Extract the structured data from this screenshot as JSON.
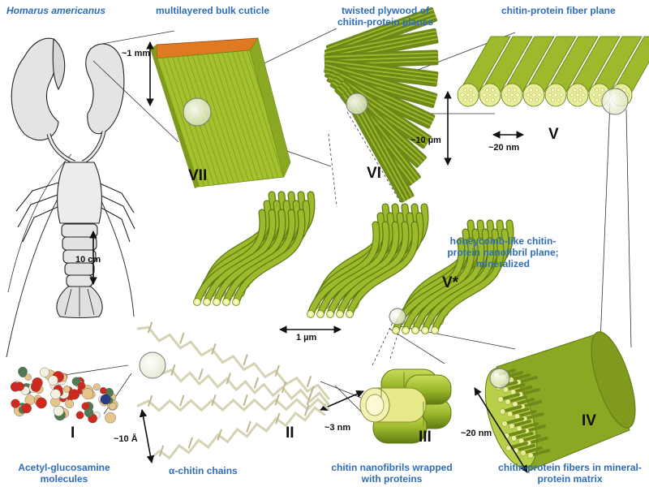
{
  "species": "Homarus americanus",
  "captions": {
    "vii": "multilayered bulk cuticle",
    "vi": "twisted plywood of chitin-protein planes",
    "v": "chitin-protein fiber plane",
    "v_star": "honeycomb-like chitin-protein nanofibril plane; mineralized",
    "i": "Acetyl-glucosamine molecules",
    "ii": "α-chitin chains",
    "iii": "chitin nanofibrils wrapped with proteins",
    "iv": "chitin-protein fibers in mineral-protein matrix"
  },
  "levels": {
    "i": "I",
    "ii": "II",
    "iii": "III",
    "iv": "IV",
    "v": "V",
    "v_star": "V*",
    "vi": "VI",
    "vii": "VII"
  },
  "scales": {
    "lobster": "10 cm",
    "cuticle": "~1 mm",
    "plywood": "~10 µm",
    "fiber_plane": "~20 nm",
    "nanofibril_plane": "1 µm",
    "nanofibril": "~3 nm",
    "fiber": "~20 nm",
    "chain": "~10 Å"
  },
  "colors": {
    "caption": "#2f6db8",
    "fiber_green": "#9cba2c",
    "fiber_dark": "#6f8a18",
    "fiber_end": "#e8ee9a",
    "cuticle_top": "#e07a22",
    "atom_red": "#d0281c",
    "atom_tan": "#e6c48a",
    "atom_green": "#4f7a52",
    "chain_beige": "#d6d2b4"
  }
}
